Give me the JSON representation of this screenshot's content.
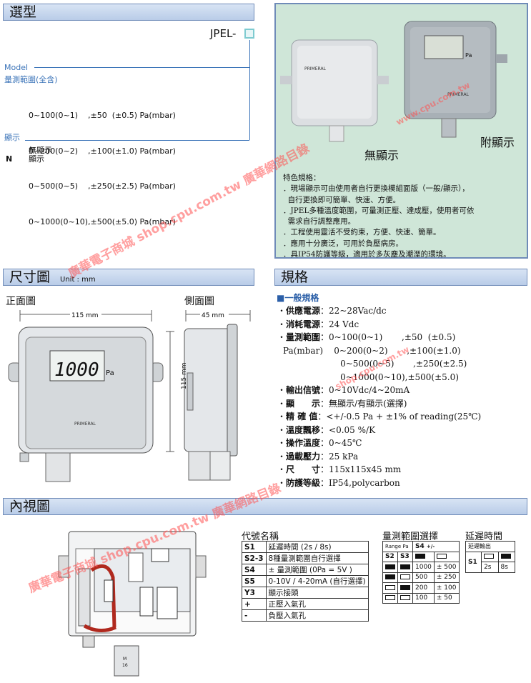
{
  "sections": {
    "model_selection": "選型",
    "dimensions": "尺寸圖",
    "dimensions_unit": "Unit : mm",
    "specs": "規格",
    "internal": "內視圖"
  },
  "model": {
    "code": "JPEL-",
    "label_model": "Model",
    "label_range": "量測範圍(全含)",
    "ranges": [
      "0~100(0~1)    ,±50  (±0.5) Pa(mbar)",
      "0~200(0~2)    ,±100(±1.0) Pa(mbar)",
      "0~500(0~5)    ,±250(±2.5) Pa(mbar)",
      "0~1000(0~10),±500(±5.0) Pa(mbar)"
    ],
    "label_display": "顯示",
    "display_options": [
      {
        "code": "",
        "text": "無顯示"
      },
      {
        "code": "N",
        "text": "顯示"
      }
    ]
  },
  "photo": {
    "caption_no_display": "無顯示",
    "caption_display": "附顯示",
    "brand": "PRIMERAL",
    "screen_value": "Pa"
  },
  "features": {
    "title": "特色規格：",
    "items": [
      "．現場顯示可由使用者自行更換模組面版（一般/顯示），",
      "  自行更換即可簡單、快速、方便。",
      "．JPEL多種溫度範圍，可量測正壓、達成壓，使用者可依",
      "  需求自行調整應用。",
      "．工程使用靈活不受約束，方便、快速、簡單。",
      "．應用十分廣泛，可用於負壓病房。",
      "．具IP54防護等級，適用於多灰塵及潮溼的環境。"
    ]
  },
  "drawing": {
    "front_label": "正面圖",
    "side_label": "側面圖",
    "width": "115 mm",
    "depth": "45 mm",
    "height": "115 mm",
    "display_value": "1000",
    "display_unit": "Pa",
    "brand": "PRIMERAL",
    "gland": "M\n16"
  },
  "specs": {
    "title": "一般規格",
    "rows": [
      {
        "key": "供應電源",
        "val": "22~28Vac/dc"
      },
      {
        "key": "消耗電源",
        "val": "24 Vdc"
      },
      {
        "key": "量測範圍",
        "val": "0~100(0~1)       ,±50  (±0.5)"
      },
      {
        "key": "",
        "val": "Pa(mbar)    0~200(0~2)       ,±100(±1.0)"
      },
      {
        "key": "",
        "val": "                     0~500(0~5)       ,±250(±2.5)"
      },
      {
        "key": "",
        "val": "                     0~1000(0~10),±500(±5.0)"
      },
      {
        "key": "輸出信號",
        "val": "0~10Vdc/4~20mA"
      },
      {
        "key": "顯　　示",
        "val": "無顯示/有顯示(選擇)"
      },
      {
        "key": "精 確 值",
        "val": "<+/-0.5 Pa + ±1% of reading(25℃)"
      },
      {
        "key": "溫度飄移",
        "val": "<0.05 %/K"
      },
      {
        "key": "操作溫度",
        "val": "0~45℃"
      },
      {
        "key": "過載壓力",
        "val": "25 kPa"
      },
      {
        "key": "尺　　寸",
        "val": "115x115x45 mm"
      },
      {
        "key": "防護等級",
        "val": "IP54,polycarbon"
      }
    ]
  },
  "codes": {
    "title": "代號名稱",
    "rows": [
      {
        "k": "S1",
        "v": "延遲時間 (2s / 8s)"
      },
      {
        "k": "S2-3",
        "v": "8種量測範圍自行選擇"
      },
      {
        "k": "S4",
        "v": "± 量測範圍 (0Pa = 5V )"
      },
      {
        "k": "S5",
        "v": "0-10V / 4-20mA (自行選擇)"
      },
      {
        "k": "Y3",
        "v": "顯示接頭"
      },
      {
        "k": "+",
        "v": "正壓入氣孔"
      },
      {
        "k": "-",
        "v": "負壓入氣孔"
      }
    ]
  },
  "range_select": {
    "title": "量測範圍選擇",
    "header_range": "Range Pa",
    "header_s4": "S4",
    "header_pm": "+/-",
    "col_s2": "S2",
    "col_s3": "S3",
    "rows": [
      {
        "v1": "1000",
        "v2": "± 500"
      },
      {
        "v1": "500",
        "v2": "± 250"
      },
      {
        "v1": "200",
        "v2": "± 100"
      },
      {
        "v1": "100",
        "v2": "± 50"
      }
    ]
  },
  "delay": {
    "title": "延遲時間",
    "header": "延遲輸出",
    "key": "S1",
    "v1": "2s",
    "v2": "8s"
  },
  "watermark": {
    "text1": "廣華電子商城  shop.cpu.com.tw 廣華網路目錄",
    "text2": "www.cpu.com.tw",
    "text3": "廣華電子商城  shop.cpu.com.tw 廣華網路目錄",
    "text4": "shop.cpu.com.tw"
  }
}
